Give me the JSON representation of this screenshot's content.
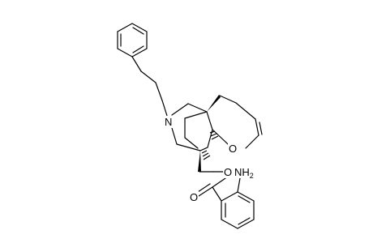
{
  "atoms": {
    "nitrogen": "N",
    "ring_oxygen": "O",
    "ester_oxygen": "O",
    "carbonyl_oxygen": "O",
    "amine": "NH",
    "amine_subscript": "2"
  },
  "colors": {
    "ink": "#000000",
    "background": "#ffffff"
  }
}
